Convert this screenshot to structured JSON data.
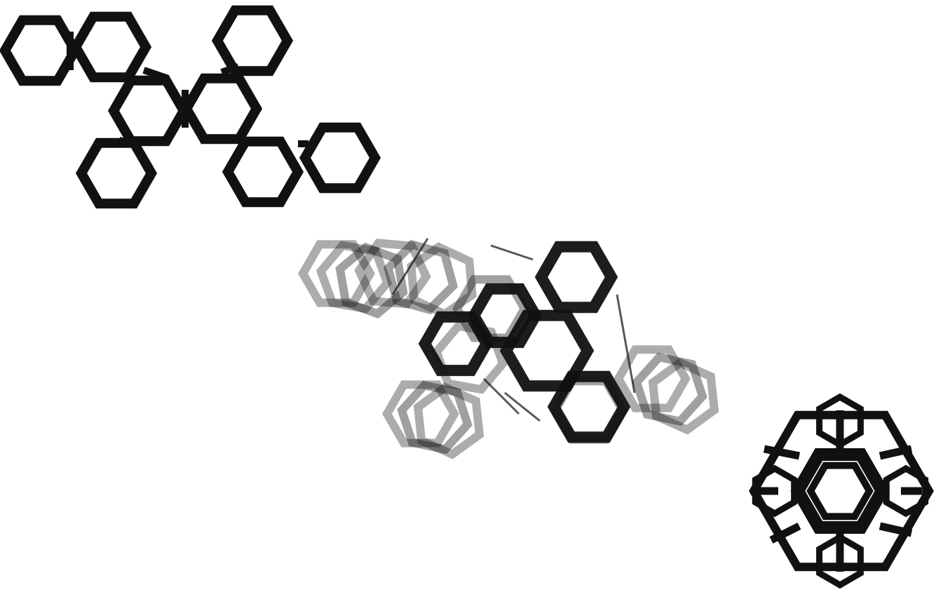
{
  "scene": {
    "background": "#ffffff",
    "ink": "#111111",
    "objects": [
      {
        "name": "flat-hexagon-sheet",
        "depicts": "hexagon-ring-cluster"
      },
      {
        "name": "folding-hexagon-sheet",
        "depicts": "motion-blurred-folding-cluster"
      },
      {
        "name": "folded-cage",
        "depicts": "closed-polyhedral-cage"
      }
    ]
  }
}
